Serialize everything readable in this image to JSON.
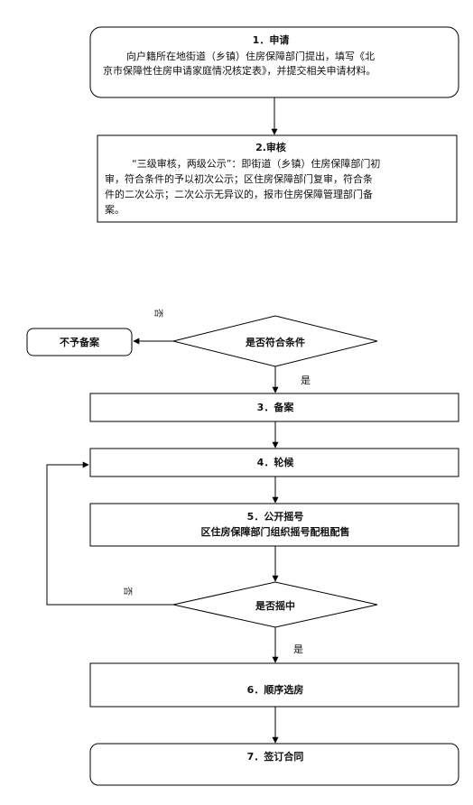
{
  "steps": {
    "apply": {
      "title": "1．申请",
      "lines": [
        "向户籍所在地街道（乡镇）住房保障部门提出，填写《北",
        "京市保障性住房申请家庭情况核定表》，并提交相关申请材料。"
      ]
    },
    "review": {
      "title": "2.审核",
      "lines": [
        "“三级审核，两级公示”：即街道（乡镇）住房保障部门初",
        "审，符合条件的予以初次公示；区住房保障部门复审，符合条",
        "件的二次公示；二次公示无异议的，报市住房保障管理部门备",
        "案。"
      ]
    },
    "decision1": {
      "label": "是否符合条件",
      "no_label": "否",
      "yes_label": "是"
    },
    "reject": {
      "label": "不予备案"
    },
    "record": {
      "label": "3．备案"
    },
    "wait": {
      "label": "4．轮候"
    },
    "lottery": {
      "title": "5．公开摇号",
      "subtitle": "区住房保障部门组织摇号配租配售"
    },
    "decision2": {
      "label": "是否摇中",
      "no_label": "否",
      "yes_label": "是"
    },
    "choose": {
      "label": "6．顺序选房"
    },
    "contract": {
      "label": "7．签订合同"
    }
  }
}
